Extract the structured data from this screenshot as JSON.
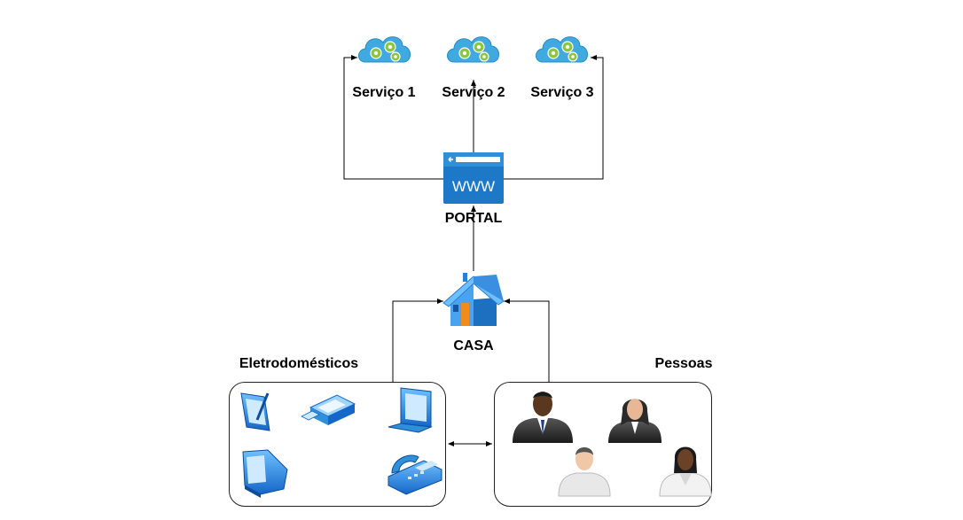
{
  "services": [
    {
      "label": "Serviço 1",
      "icon": "cloud-gears-icon"
    },
    {
      "label": "Serviço 2",
      "icon": "cloud-gears-icon"
    },
    {
      "label": "Serviço 3",
      "icon": "cloud-gears-icon"
    }
  ],
  "portal": {
    "label": "PORTAL",
    "icon": "browser-www-icon",
    "screen_text": "WWW"
  },
  "house": {
    "label": "CASA",
    "icon": "house-icon"
  },
  "appliances": {
    "label": "Eletrodomésticos",
    "icons": [
      "tablet-icon",
      "printer-icon",
      "laptop-icon",
      "computer-icon",
      "telephone-icon"
    ]
  },
  "people": {
    "label": "Pessoas",
    "icons": [
      "businessman-icon",
      "businesswoman-icon",
      "man-icon",
      "woman-icon"
    ]
  },
  "colors": {
    "accent_blue": "#1d78c8",
    "cloud_blue": "#3fa9e0",
    "gear_green": "#8cc63f",
    "line": "#000000"
  }
}
